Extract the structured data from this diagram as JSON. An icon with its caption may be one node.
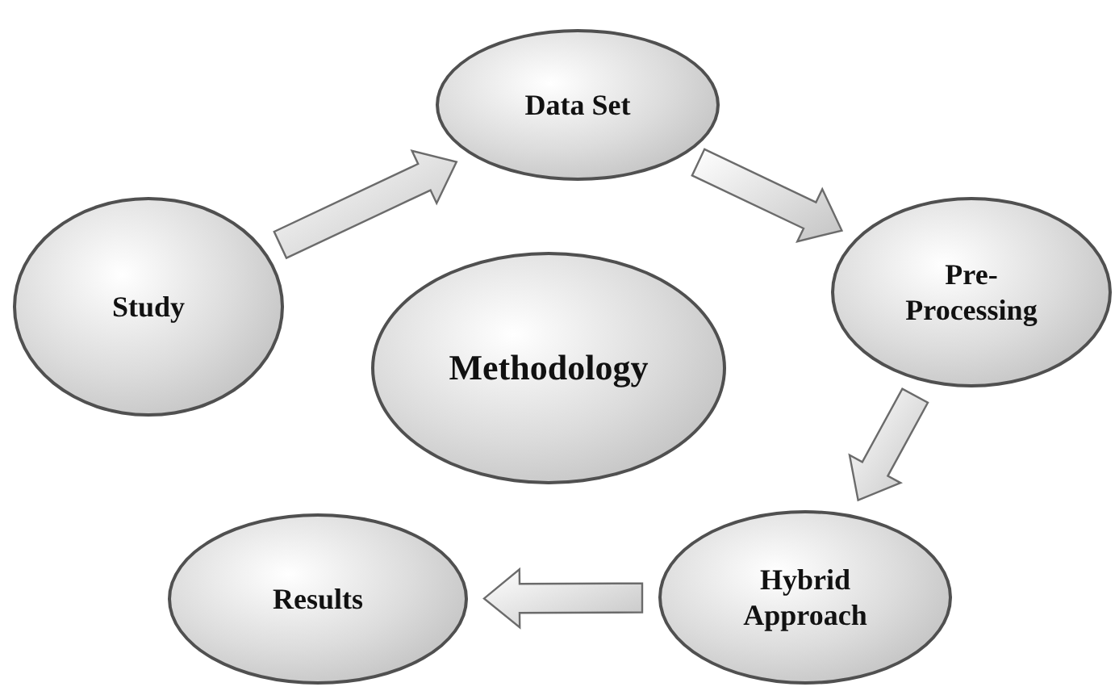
{
  "diagram": {
    "nodes": [
      {
        "text": [
          "Data Set"
        ]
      },
      {
        "text": [
          "Study"
        ]
      },
      {
        "text": [
          "Methodology"
        ]
      },
      {
        "text": [
          "Pre- Processing"
        ]
      },
      {
        "text": [
          "Hybrid Approach"
        ]
      },
      {
        "text": [
          "Results"
        ]
      }
    ],
    "edges": [
      {
        "from": 1,
        "to": 0,
        "arrow": "to"
      },
      {
        "from": 0,
        "to": 3,
        "arrow": "to"
      },
      {
        "from": 3,
        "to": 4,
        "arrow": "to"
      },
      {
        "from": 4,
        "to": 5,
        "arrow": "to"
      }
    ]
  }
}
